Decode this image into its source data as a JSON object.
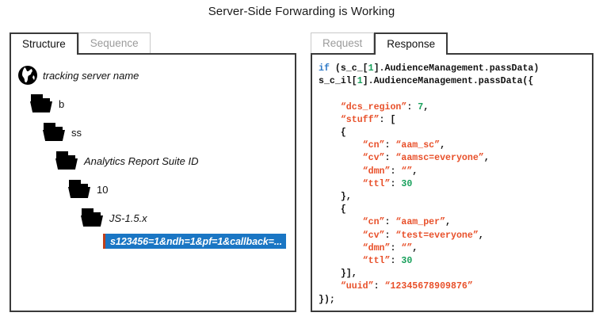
{
  "title": "Server-Side Forwarding is Working",
  "colors": {
    "selection_bg": "#1A76C4",
    "selection_accent": "#C1401A",
    "keyword": "#2E79C7",
    "number": "#18A05B",
    "string": "#E8502A",
    "panel_border": "#3a3a3a",
    "inactive_tab_text": "#9b9b9b"
  },
  "left_panel": {
    "tabs": [
      {
        "label": "Structure",
        "active": true
      },
      {
        "label": "Sequence",
        "active": false
      }
    ],
    "tree": [
      {
        "icon": "globe-icon",
        "label": "tracking server name",
        "italic": true,
        "indent": 0
      },
      {
        "icon": "folder-icon",
        "label": "b",
        "italic": false,
        "indent": 1
      },
      {
        "icon": "folder-icon",
        "label": "ss",
        "italic": false,
        "indent": 2
      },
      {
        "icon": "folder-icon",
        "label": "Analytics Report Suite ID",
        "italic": true,
        "indent": 3
      },
      {
        "icon": "folder-icon",
        "label": "10",
        "italic": false,
        "indent": 4
      },
      {
        "icon": "folder-icon",
        "label": "JS-1.5.x",
        "italic": true,
        "indent": 5
      }
    ],
    "selected_leaf": "s123456=1&ndh=1&pf=1&callback=..."
  },
  "right_panel": {
    "tabs": [
      {
        "label": "Request",
        "active": false
      },
      {
        "label": "Response",
        "active": true
      }
    ],
    "code_lines": [
      [
        {
          "t": "kw",
          "v": "if"
        },
        {
          "t": "pun",
          "v": " (s_c_["
        },
        {
          "t": "num",
          "v": "1"
        },
        {
          "t": "pun",
          "v": "].AudienceManagement.passData)"
        }
      ],
      [
        {
          "t": "pun",
          "v": "s_c_il["
        },
        {
          "t": "num",
          "v": "1"
        },
        {
          "t": "pun",
          "v": "].AudienceManagement.passData({"
        }
      ],
      [
        {
          "t": "pun",
          "v": ""
        }
      ],
      [
        {
          "t": "str",
          "v": "    “dcs_region”"
        },
        {
          "t": "pun",
          "v": ": "
        },
        {
          "t": "num",
          "v": "7"
        },
        {
          "t": "pun",
          "v": ","
        }
      ],
      [
        {
          "t": "str",
          "v": "    “stuff”"
        },
        {
          "t": "pun",
          "v": ": ["
        }
      ],
      [
        {
          "t": "pun",
          "v": "    {"
        }
      ],
      [
        {
          "t": "str",
          "v": "        “cn”"
        },
        {
          "t": "pun",
          "v": ": "
        },
        {
          "t": "str",
          "v": "“aam_sc”"
        },
        {
          "t": "pun",
          "v": ","
        }
      ],
      [
        {
          "t": "str",
          "v": "        “cv”"
        },
        {
          "t": "pun",
          "v": ": "
        },
        {
          "t": "str",
          "v": "“aamsc=everyone”"
        },
        {
          "t": "pun",
          "v": ","
        }
      ],
      [
        {
          "t": "str",
          "v": "        “dmn”"
        },
        {
          "t": "pun",
          "v": ": "
        },
        {
          "t": "str",
          "v": "“”"
        },
        {
          "t": "pun",
          "v": ","
        }
      ],
      [
        {
          "t": "str",
          "v": "        “ttl”"
        },
        {
          "t": "pun",
          "v": ": "
        },
        {
          "t": "num",
          "v": "30"
        }
      ],
      [
        {
          "t": "pun",
          "v": "    },"
        }
      ],
      [
        {
          "t": "pun",
          "v": "    {"
        }
      ],
      [
        {
          "t": "str",
          "v": "        “cn”"
        },
        {
          "t": "pun",
          "v": ": "
        },
        {
          "t": "str",
          "v": "“aam_per”"
        },
        {
          "t": "pun",
          "v": ","
        }
      ],
      [
        {
          "t": "str",
          "v": "        “cv”"
        },
        {
          "t": "pun",
          "v": ": "
        },
        {
          "t": "str",
          "v": "“test=everyone”"
        },
        {
          "t": "pun",
          "v": ","
        }
      ],
      [
        {
          "t": "str",
          "v": "        “dmn”"
        },
        {
          "t": "pun",
          "v": ": "
        },
        {
          "t": "str",
          "v": "“”"
        },
        {
          "t": "pun",
          "v": ","
        }
      ],
      [
        {
          "t": "str",
          "v": "        “ttl”"
        },
        {
          "t": "pun",
          "v": ": "
        },
        {
          "t": "num",
          "v": "30"
        }
      ],
      [
        {
          "t": "pun",
          "v": "    }],"
        }
      ],
      [
        {
          "t": "str",
          "v": "    “uuid”"
        },
        {
          "t": "pun",
          "v": ": "
        },
        {
          "t": "str",
          "v": "“12345678909876”"
        }
      ],
      [
        {
          "t": "pun",
          "v": "});"
        }
      ]
    ]
  }
}
